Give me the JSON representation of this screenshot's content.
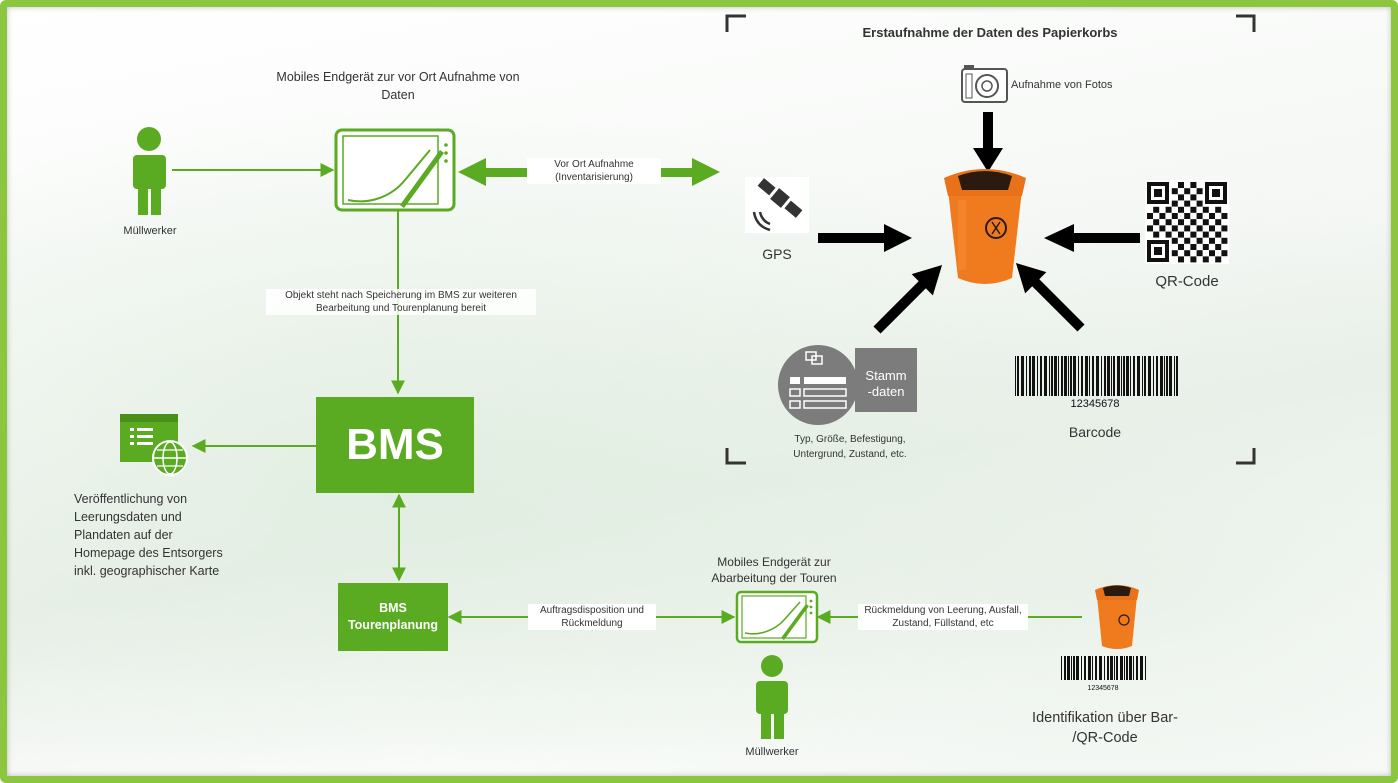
{
  "colors": {
    "green": "#5aaa22",
    "frame": "#8cc63f",
    "orange": "#f07a1e",
    "gray": "#7c7c7c"
  },
  "top_device": {
    "caption": "Mobiles Endgerät zur vor Ort Aufnahme von Daten",
    "worker": "Müllwerker",
    "link_label": "Vor Ort Aufnahme (Inventarisierung)",
    "down_label": "Objekt steht nach Speicherung im BMS zur weiteren Bearbeitung und Tourenplanung bereit"
  },
  "capture": {
    "title": "Erstaufnahme der Daten des Papierkorbs",
    "photos": "Aufnahme von Fotos",
    "gps": "GPS",
    "qr": "QR-Code",
    "stamm_line1": "Stamm",
    "stamm_line2": "-daten",
    "stamm_desc": "Typ, Größe, Befestigung, Untergrund, Zustand, etc.",
    "barcode_number": "12345678",
    "barcode": "Barcode"
  },
  "bms": {
    "title": "BMS",
    "touren": "BMS Tourenplanung"
  },
  "web": {
    "text": "Veröffentlichung von Leerungsdaten und Plandaten auf der Homepage des Entsorgers inkl. geographischer Karte"
  },
  "bottom": {
    "caption": "Mobiles Endgerät zur Abarbeitung der Touren",
    "dispo_label": "Auftragsdisposition und Rückmeldung",
    "feedback_label": "Rückmeldung von Leerung, Ausfall, Zustand, Füllstand, etc",
    "worker": "Müllwerker",
    "barcode_number": "12345678",
    "ident": "Identifikation über Bar- /QR-Code"
  }
}
